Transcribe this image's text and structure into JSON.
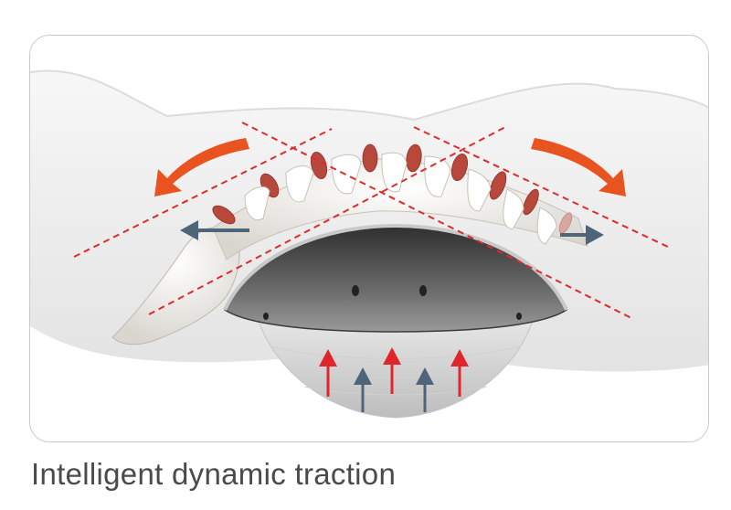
{
  "caption": "Intelligent dynamic traction",
  "colors": {
    "traction_arrow": "#e8531f",
    "guide_line": "#e02a2a",
    "push_arrow_red": "#e0262b",
    "push_arrow_blue": "#4e6479",
    "body": "#eeeeee",
    "device": "#5c5c5c",
    "panel_border": "#c9c9c9"
  },
  "icons": [
    "curved-traction-arrow-left",
    "curved-traction-arrow-right",
    "stretch-arrow-left",
    "stretch-arrow-right",
    "push-arrow-up-red",
    "push-arrow-up-blue"
  ]
}
